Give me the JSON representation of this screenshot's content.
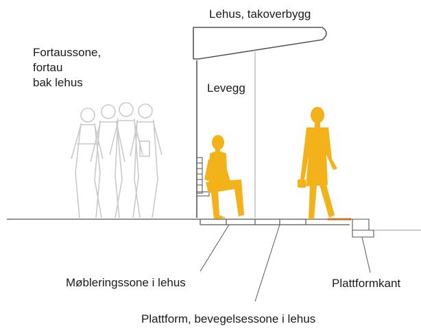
{
  "labels": {
    "shelter_roof": "Lehus, takoverbygg",
    "sidewalk_zone": [
      "Fortaussone,",
      "fortau",
      "bak lehus"
    ],
    "wind_wall": "Levegg",
    "furniture_zone": "Møbleringssone i lehus",
    "platform_edge": "Plattformkant",
    "platform_movement_zone": "Plattform, bevegelsessone i lehus"
  },
  "colors": {
    "figure_accent": "#f4b21a",
    "ghost_figures": "#c9c9c9",
    "line": "#444444",
    "edge_accent": "#c8762a"
  },
  "icons": [
    "standing-person-icon",
    "sitting-person-icon",
    "ghost-crowd-icon"
  ]
}
